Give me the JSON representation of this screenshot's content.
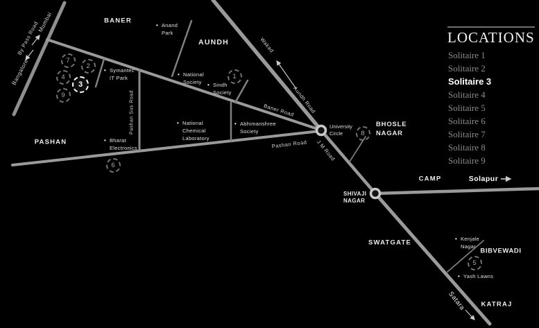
{
  "colors": {
    "background": "#000000",
    "road": "#9a9a9a",
    "area_label": "#ececec",
    "inactive_item": "#8a8a8a",
    "active_item": "#ffffff"
  },
  "icons": {
    "bullet": "•"
  },
  "sidebar": {
    "heading": "LOCATIONS",
    "items": [
      {
        "label": "Solitaire 1",
        "active": false
      },
      {
        "label": "Solitaire 2",
        "active": false
      },
      {
        "label": "Solitaire 3",
        "active": true
      },
      {
        "label": "Solitaire 4",
        "active": false
      },
      {
        "label": "Solitaire 5",
        "active": false
      },
      {
        "label": "Solitaire 6",
        "active": false
      },
      {
        "label": "Solitaire 7",
        "active": false
      },
      {
        "label": "Solitaire 8",
        "active": false
      },
      {
        "label": "Solitaire 9",
        "active": false
      }
    ]
  },
  "map": {
    "markers": [
      "1",
      "2",
      "3",
      "4",
      "5",
      "6",
      "7",
      "8",
      "9"
    ],
    "areas": {
      "baner": "BANER",
      "aundh": "AUNDH",
      "pashan": "PASHAN",
      "bhosle_nagar": {
        "line1": "BHOSLE",
        "line2": "NAGAR"
      },
      "shivaji_nagar": {
        "line1": "SHIVAJI",
        "line2": "NAGAR"
      },
      "camp": "CAMP",
      "swatgate": "SWATGATE",
      "bibvewadi": "BIBVEWADI",
      "katraj": "KATRAJ"
    },
    "junctions": {
      "university_circle": {
        "line1": "University",
        "line2": "Circle"
      }
    },
    "roads": {
      "by_pass_road": "By Pass Road",
      "baner_road": "Baner Road",
      "aundh_road": "Aundh Road",
      "pashan_road": "Pashan Road",
      "pashan_sus_road": "Pashan Sus Road",
      "jm_road": "J M Road"
    },
    "destinations": {
      "bangalore": "Bangalore",
      "mumbai": "Mumbai",
      "wakad": "Wakad",
      "solapur": "Solapur",
      "satara": "Satara"
    },
    "landmarks": {
      "anand_park": {
        "line1": "Anand",
        "line2": "Park"
      },
      "symantec_it_park": {
        "line1": "Symantec",
        "line2": "IT Park"
      },
      "national_society": {
        "line1": "National",
        "line2": "Society"
      },
      "sindh_society": {
        "line1": "Sindh",
        "line2": "Society"
      },
      "national_chemical_laboratory": {
        "line1": "National",
        "line2": "Chemical",
        "line3": "Laboratory"
      },
      "abhimanshree_society": {
        "line1": "Abhimanshree",
        "line2": "Society"
      },
      "bharat_electronics": {
        "line1": "Bharat",
        "line2": "Electronics"
      },
      "kenjale_nagar": {
        "line1": "Kenjale",
        "line2": "Nagar"
      },
      "yash_lawns": {
        "line1": "Yash Lawns"
      }
    }
  }
}
